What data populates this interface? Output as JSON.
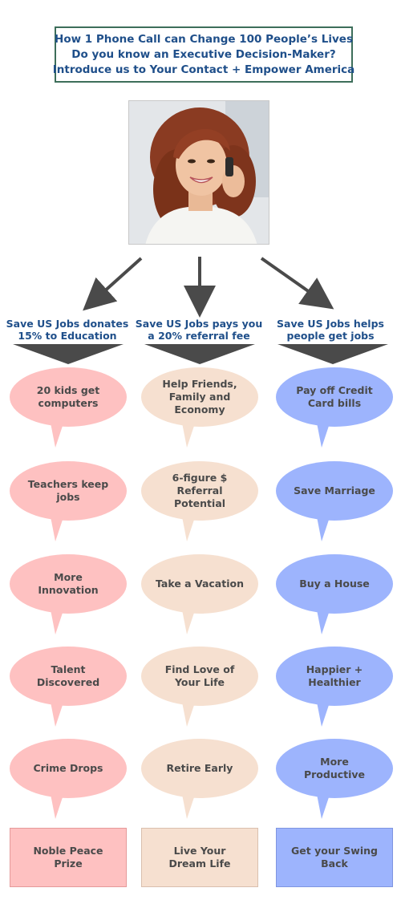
{
  "header": {
    "line1": "How 1 Phone Call can Change 100 People’s Lives",
    "line2": "Do you know an Executive Decision-Maker?",
    "line3": "Introduce us to Your Contact + Empower America"
  },
  "columns": [
    {
      "title": "Save US Jobs donates 15% to Education",
      "color": "#fec1c1",
      "bubbles": [
        "20 kids get computers",
        "Teachers keep jobs",
        "More Innovation",
        "Talent Discovered",
        "Crime Drops"
      ],
      "end": "Noble Peace Prize"
    },
    {
      "title": "Save US Jobs pays you a 20% referral fee",
      "color": "#f6e0d0",
      "bubbles": [
        "Help Friends, Family and Economy",
        "6-figure $ Referral Potential",
        "Take a Vacation",
        "Find Love of Your Life",
        "Retire Early"
      ],
      "end": "Live Your Dream Life"
    },
    {
      "title": "Save US Jobs helps people get jobs",
      "color": "#9db4fd",
      "bubbles": [
        "Pay off Credit Card bills",
        "Save Marriage",
        "Buy a House",
        "Happier + Healthier",
        "More Productive"
      ],
      "end": "Get your Swing Back"
    }
  ]
}
